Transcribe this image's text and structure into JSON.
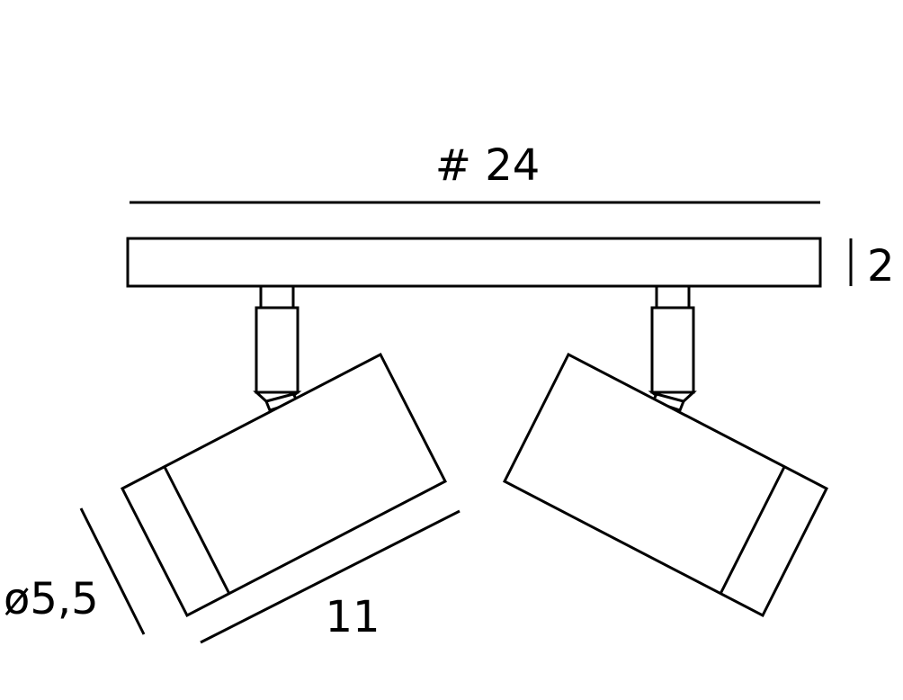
{
  "dimensions": {
    "width_label": "# 24",
    "height_label": "2",
    "diameter_label": "ø5,5",
    "length_label": "11"
  },
  "colors": {
    "stroke": "#000000",
    "background": "#ffffff"
  }
}
